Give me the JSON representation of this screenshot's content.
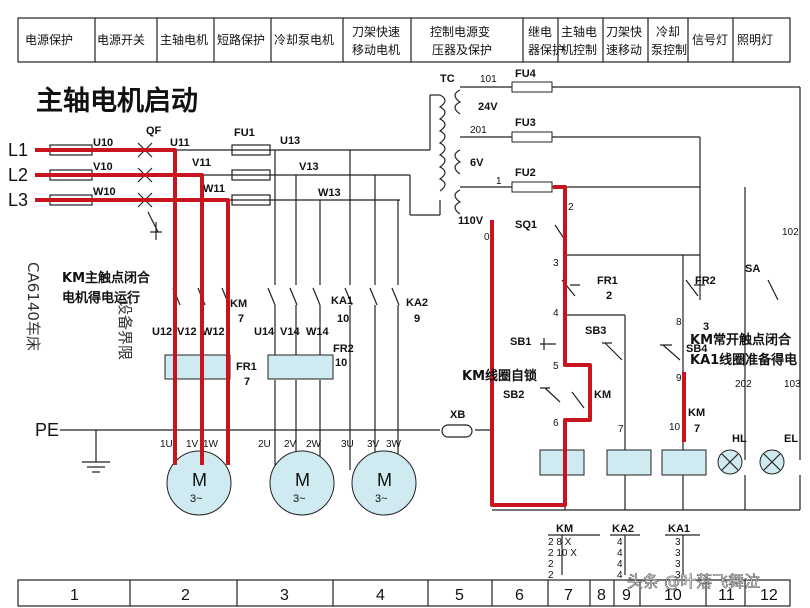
{
  "header": {
    "cells": [
      "电源保护",
      "电源开关",
      "主轴电机",
      "短路保护",
      "冷却泵电机",
      "刀架快速",
      "移动电机",
      "控制电源变",
      "压器及保护",
      "继电",
      "器保护",
      "主轴电",
      "机控制",
      "刀架快",
      "速移动",
      "冷却",
      "泵控制",
      "信号灯",
      "照明灯"
    ]
  },
  "title": "主轴电机启动",
  "lines": [
    "L1",
    "L2",
    "L3",
    "PE"
  ],
  "vertical_labels": {
    "machine": "CA6140车床",
    "limit": "设备界限"
  },
  "annotations": {
    "km_main": "KM主触点闭合",
    "motor_run": "电机得电运行",
    "self_lock": "KM线圈自锁",
    "km_no1": "KM常开触点闭合",
    "km_no2": "KA1线圈准备得电"
  },
  "labels": {
    "QF": "QF",
    "FU1": "FU1",
    "FU2": "FU2",
    "FU3": "FU3",
    "FU4": "FU4",
    "TC": "TC",
    "v24": "24V",
    "v6": "6V",
    "v110": "110V",
    "U10": "U10",
    "V10": "V10",
    "W10": "W10",
    "U11": "U11",
    "V11": "V11",
    "W11": "W11",
    "U13": "U13",
    "V13": "V13",
    "W13": "W13",
    "KM7": "KM",
    "KM7n": "7",
    "KA1": "KA1",
    "KA1n": "10",
    "KA2": "KA2",
    "KA2n": "9",
    "U12": "U12",
    "V12": "V12",
    "W12": "W12",
    "U14": "U14",
    "V14": "V14",
    "W14": "W14",
    "FR1": "FR1",
    "FR1n": "7",
    "FR2": "FR2",
    "FR2n": "10",
    "SQ1": "SQ1",
    "FR1b": "FR1",
    "FR1bn": "2",
    "FR2b": "FR2",
    "FR2bn": "3",
    "SB1": "SB1",
    "SB2": "SB2",
    "SB3": "SB3",
    "SB4": "SB4",
    "SA": "SA",
    "KMc": "KM",
    "KM2": "KM",
    "KM2n": "7",
    "XB": "XB",
    "HL": "HL",
    "EL": "EL",
    "n101": "101",
    "n201": "201",
    "n1": "1",
    "n2": "2",
    "n0": "0",
    "n3": "3",
    "n4": "4",
    "n5": "5",
    "n6": "6",
    "n7": "7",
    "n8": "8",
    "n9": "9",
    "n10": "10",
    "n102": "102",
    "n202": "202",
    "n103": "103",
    "u1": "1U",
    "v1": "1V",
    "w1": "1W",
    "u2": "2U",
    "v2": "2V",
    "w2": "2W",
    "u3": "3U",
    "v3": "3V",
    "w3": "3W",
    "M": "M",
    "phase": "3~"
  },
  "contact_tables": {
    "km_head": "KM",
    "km_cols": [
      "2 8 X",
      "2 10 X",
      "2",
      "2"
    ],
    "ka2_head": "KA2",
    "ka2_cols": [
      "4",
      "4",
      "4",
      "4"
    ],
    "ka1_head": "KA1",
    "ka1_cols": [
      "3",
      "3",
      "3",
      "3"
    ]
  },
  "footer": [
    "1",
    "2",
    "3",
    "4",
    "5",
    "6",
    "7",
    "8",
    "9",
    "10",
    "11",
    "12"
  ],
  "watermark": "头条 @叶落飞舞泣"
}
